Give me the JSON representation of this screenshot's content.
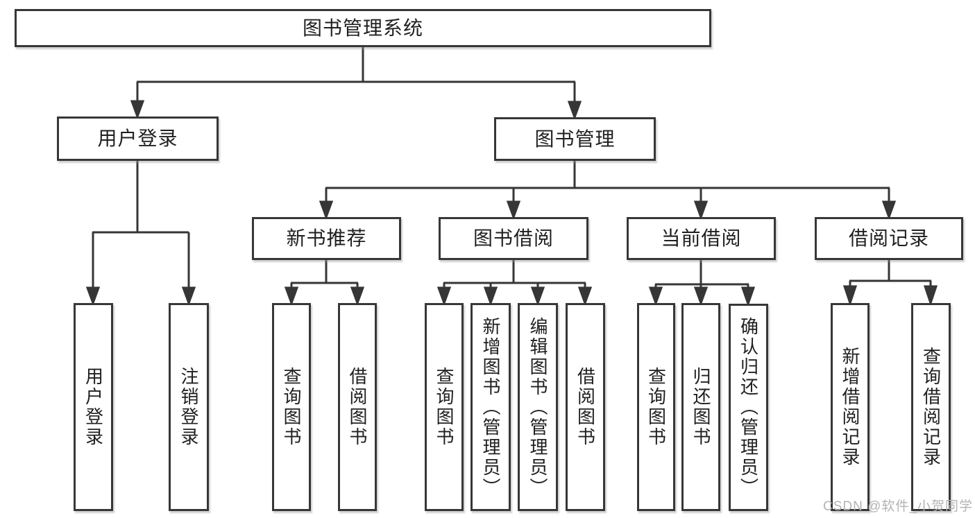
{
  "root": {
    "label": "图书管理系统"
  },
  "branches": [
    {
      "label": "用户登录",
      "leaves": [
        "用户登录",
        "注销登录"
      ]
    },
    {
      "label": "图书管理",
      "groups": [
        {
          "label": "新书推荐",
          "leaves": [
            "查询图书",
            "借阅图书"
          ]
        },
        {
          "label": "图书借阅",
          "leaves": [
            "查询图书",
            "新增图书（管理员）",
            "编辑图书（管理员）",
            "借阅图书"
          ]
        },
        {
          "label": "当前借阅",
          "leaves": [
            "查询图书",
            "归还图书",
            "确认归还（管理员）"
          ]
        },
        {
          "label": "借阅记录",
          "leaves": [
            "新增借阅记录",
            "查询借阅记录"
          ]
        }
      ]
    }
  ],
  "watermark": "CSDN @软件_小贺同学",
  "colors": {
    "line": "#363636",
    "box_border": "#373737",
    "text": "#1f1f1f",
    "background": "#ffffff",
    "watermark": "#b3b3b3"
  }
}
